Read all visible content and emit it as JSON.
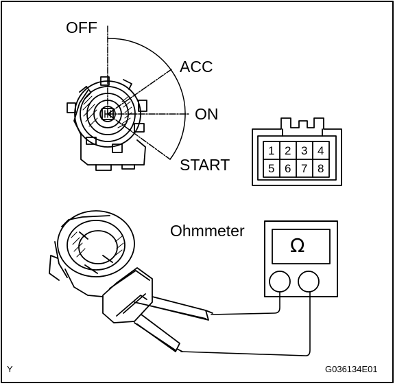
{
  "switch_positions": {
    "off": "OFF",
    "acc": "ACC",
    "on": "ON",
    "start": "START"
  },
  "connector": {
    "pins_top": [
      "1",
      "2",
      "3",
      "4"
    ],
    "pins_bottom": [
      "5",
      "6",
      "7",
      "8"
    ]
  },
  "meter": {
    "label": "Ohmmeter",
    "symbol": "Ω"
  },
  "footer": {
    "left_mark": "Y",
    "figure_id": "G036134E01"
  },
  "colors": {
    "line": "#000000",
    "background": "#ffffff"
  }
}
